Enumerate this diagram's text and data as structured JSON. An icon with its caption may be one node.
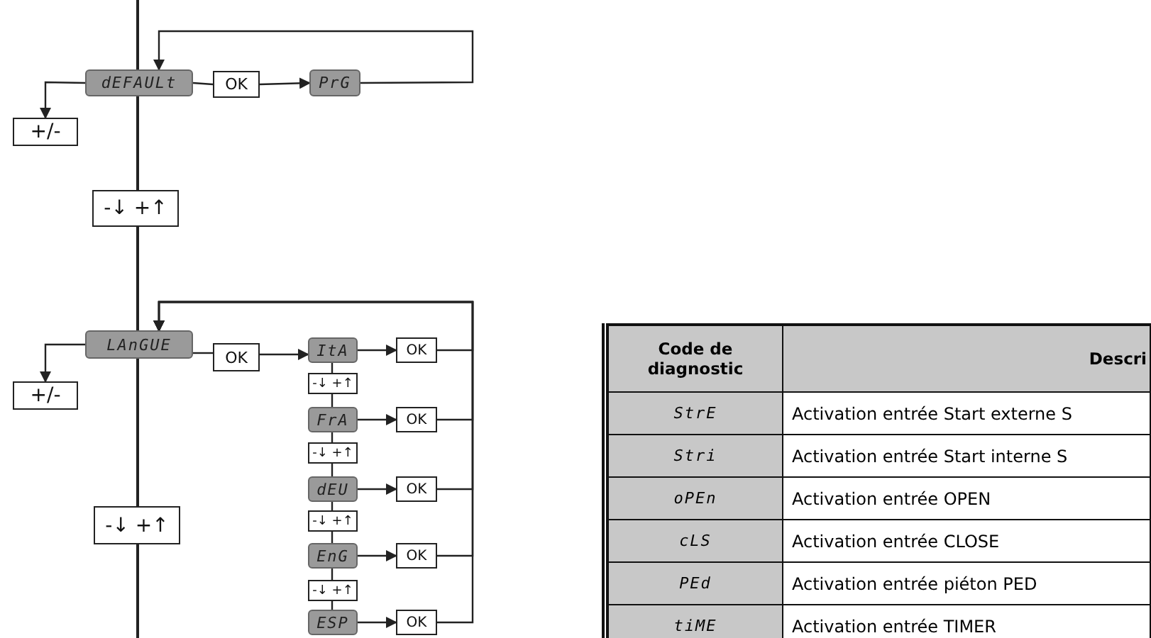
{
  "diagram": {
    "nodes": [
      {
        "text": [
          "dEFAULt"
        ]
      },
      {
        "text": [
          "OK"
        ]
      },
      {
        "text": [
          "PrG"
        ]
      },
      {
        "text": [
          "+/-"
        ]
      },
      {
        "text": [
          "-↓ +↑"
        ]
      },
      {
        "text": [
          "LAnGUE"
        ]
      },
      {
        "text": [
          "OK"
        ]
      },
      {
        "text": [
          "ItA"
        ]
      },
      {
        "text": [
          "OK"
        ]
      },
      {
        "text": [
          "+/-"
        ]
      },
      {
        "text": [
          "-↓ +↑"
        ]
      },
      {
        "text": [
          "FrA"
        ]
      },
      {
        "text": [
          "OK"
        ]
      },
      {
        "text": [
          "-↓ +↑"
        ]
      },
      {
        "text": [
          "dEU"
        ]
      },
      {
        "text": [
          "OK"
        ]
      },
      {
        "text": [
          "-↓ +↑"
        ]
      },
      {
        "text": [
          "-↓ +↑"
        ]
      },
      {
        "text": [
          "EnG"
        ]
      },
      {
        "text": [
          "OK"
        ]
      },
      {
        "text": [
          "-↓ +↑"
        ]
      },
      {
        "text": [
          "ESP"
        ]
      },
      {
        "text": [
          "OK"
        ]
      }
    ],
    "edges": [
      {
        "from": null,
        "to": 0,
        "arrow": "none"
      },
      {
        "from": 0,
        "to": 1,
        "arrow": "none"
      },
      {
        "from": 1,
        "to": 2,
        "arrow": "to"
      },
      {
        "from": 2,
        "to": 0,
        "arrow": "to"
      },
      {
        "from": 0,
        "to": 3,
        "arrow": "to"
      },
      {
        "from": 0,
        "to": 4,
        "arrow": "none"
      },
      {
        "from": 4,
        "to": 5,
        "arrow": "none"
      },
      {
        "from": 5,
        "to": 6,
        "arrow": "none"
      },
      {
        "from": 6,
        "to": 7,
        "arrow": "to"
      },
      {
        "from": 5,
        "to": 9,
        "arrow": "to"
      },
      {
        "from": 5,
        "to": 16,
        "arrow": "none"
      },
      {
        "from": 16,
        "to": null,
        "arrow": "none"
      },
      {
        "from": 7,
        "to": 8,
        "arrow": "to"
      },
      {
        "from": 7,
        "to": 10,
        "arrow": "none"
      },
      {
        "from": 10,
        "to": 11,
        "arrow": "none"
      },
      {
        "from": 11,
        "to": 12,
        "arrow": "to"
      },
      {
        "from": 11,
        "to": 13,
        "arrow": "none"
      },
      {
        "from": 13,
        "to": 14,
        "arrow": "none"
      },
      {
        "from": 14,
        "to": 15,
        "arrow": "to"
      },
      {
        "from": 14,
        "to": 17,
        "arrow": "none"
      },
      {
        "from": 17,
        "to": 18,
        "arrow": "none"
      },
      {
        "from": 18,
        "to": 19,
        "arrow": "to"
      },
      {
        "from": 18,
        "to": 20,
        "arrow": "none"
      },
      {
        "from": 20,
        "to": 21,
        "arrow": "none"
      },
      {
        "from": 21,
        "to": 22,
        "arrow": "to"
      },
      {
        "from": 8,
        "to": 5,
        "arrow": "to"
      },
      {
        "from": 12,
        "to": 5,
        "arrow": "to"
      },
      {
        "from": 15,
        "to": 5,
        "arrow": "to"
      },
      {
        "from": 19,
        "to": 5,
        "arrow": "to"
      },
      {
        "from": 22,
        "to": 5,
        "arrow": "to"
      }
    ],
    "labels": [
      "Code de diagnostic",
      "Descri",
      "StrE",
      "Activation entrée Start externe S",
      "Stri",
      "Activation entrée Start interne S",
      "oPEn",
      "Activation entrée OPEN",
      "cLS",
      "Activation entrée CLOSE",
      "PEd",
      "Activation entrée piéton PED",
      "tiME",
      "Activation entrée TIMER"
    ]
  }
}
